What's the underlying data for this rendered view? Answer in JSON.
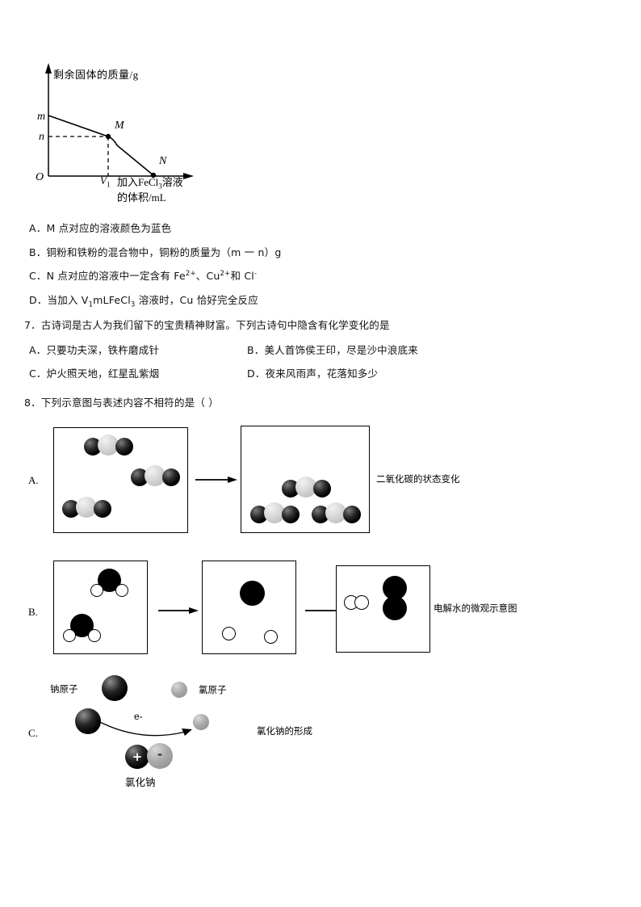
{
  "chart_data": {
    "type": "line",
    "title": "",
    "ylabel": "剩余固体的质量/g",
    "xlabel": "加入FeCl₃溶液的体积/mL",
    "xlabel_line1": "加入FeCl",
    "xlabel_sub": "3",
    "xlabel_line1_tail": "溶液",
    "xlabel_line2": "的体积/mL",
    "origin_label": "O",
    "y_ticks": [
      "m",
      "n"
    ],
    "x_ticks": [
      "V",
      "1"
    ],
    "x_tick_label": "V₁",
    "points": [
      {
        "name": "",
        "x": 0,
        "y": "m"
      },
      {
        "name": "M",
        "x": "V₁",
        "y": "n"
      },
      {
        "name": "N",
        "x": "V₂",
        "y": 0
      }
    ],
    "point_labels": [
      "M",
      "N"
    ],
    "grid": false,
    "legend": "none",
    "dashed_guides": [
      "n to M horizontal",
      "V1 to M vertical"
    ],
    "description": "剩余固体的质量随加入FeCl3溶液体积增加而减小，先缓慢下降至M点，再较快下降至N点归零"
  },
  "q6_options": [
    {
      "label": "A．",
      "text": "M 点对应的溶液颜色为蓝色"
    },
    {
      "label": "B．",
      "text": "铜粉和铁粉的混合物中，铜粉的质量为（m 一 n）g"
    },
    {
      "label": "C．",
      "text": "N 点对应的溶液中一定含有 Fe²⁺、Cu²⁺和 Cl⁻",
      "rich": true
    },
    {
      "label": "D．",
      "text": "当加入 V₁mLFeCl₃ 溶液时，Cu 恰好完全反应",
      "rich": true
    }
  ],
  "q7": {
    "stem": "7．古诗词是古人为我们留下的宝贵精神财富。下列古诗句中隐含有化学变化的是",
    "options": [
      {
        "label": "A．",
        "text": "只要功夫深，铁杵磨成针"
      },
      {
        "label": "B．",
        "text": "美人首饰侯王印，尽是沙中浪底来"
      },
      {
        "label": "C．",
        "text": "炉火照天地，红星乱紫烟"
      },
      {
        "label": "D．",
        "text": "夜来风雨声，花落知多少"
      }
    ]
  },
  "q8": {
    "stem": "8．下列示意图与表述内容不相符的是（        ）",
    "options": [
      {
        "label": "A.",
        "caption": "二氧化碳的状态变化",
        "panels": 2,
        "molecules_left": 3,
        "molecules_right": 3
      },
      {
        "label": "B.",
        "caption": "电解水的微观示意图",
        "panels": 3,
        "water_molecules": 2,
        "free_atoms": 3,
        "products": [
          "H₂",
          "O₂"
        ]
      },
      {
        "label": "C.",
        "caption": "氯化钠的形成",
        "atom_labels": [
          "钠原子",
          "氯原子"
        ],
        "transfer_label": "e-",
        "compound_label": "氯化钠",
        "ion_signs": [
          "+",
          "-"
        ]
      }
    ]
  },
  "colors": {
    "ink": "#000000",
    "page": "#ffffff",
    "carbon_gray": "#d6d6d6",
    "chlorine_gray": "#a8a8a8"
  }
}
